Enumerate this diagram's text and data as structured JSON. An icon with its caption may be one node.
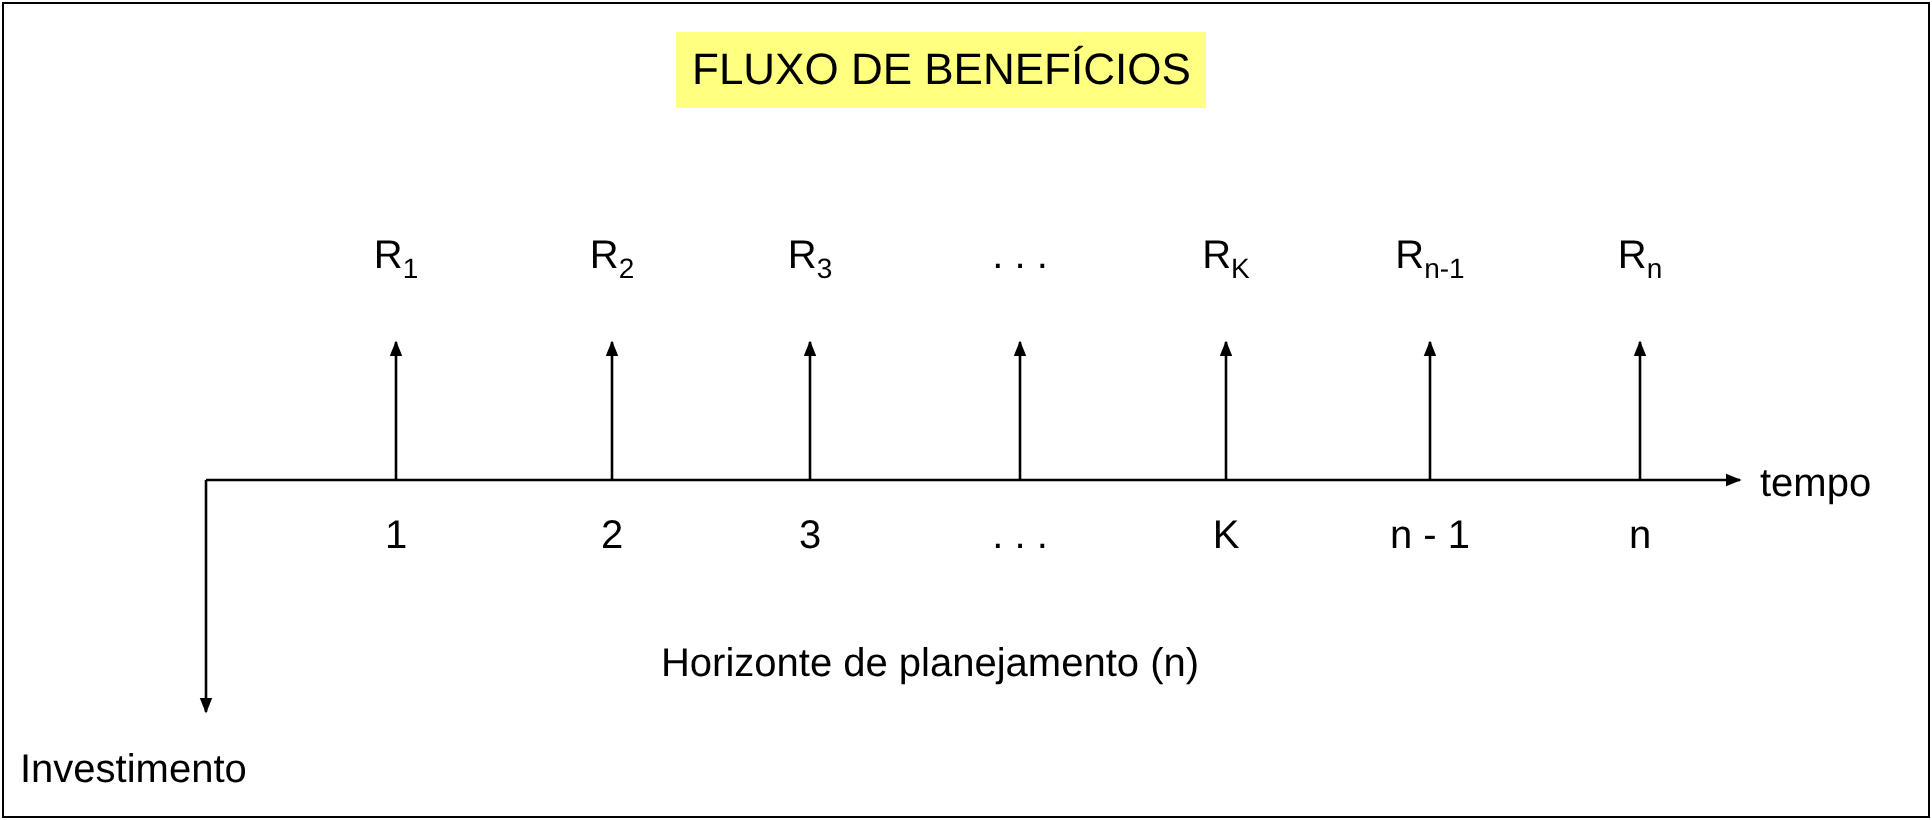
{
  "diagram": {
    "title": "FLUXO DE BENEFÍCIOS",
    "labels": [
      "R$_{1}$",
      "R$_{2}$",
      "R$_{3}$",
      ". . .",
      "R$_{K}$",
      "R$_{n-1}$",
      "R$_{n}$",
      "1",
      "2",
      "3",
      ". . .",
      "K",
      "n - 1",
      "n",
      "tempo",
      "Horizonte de planejamento (n)",
      "Investimento"
    ]
  }
}
